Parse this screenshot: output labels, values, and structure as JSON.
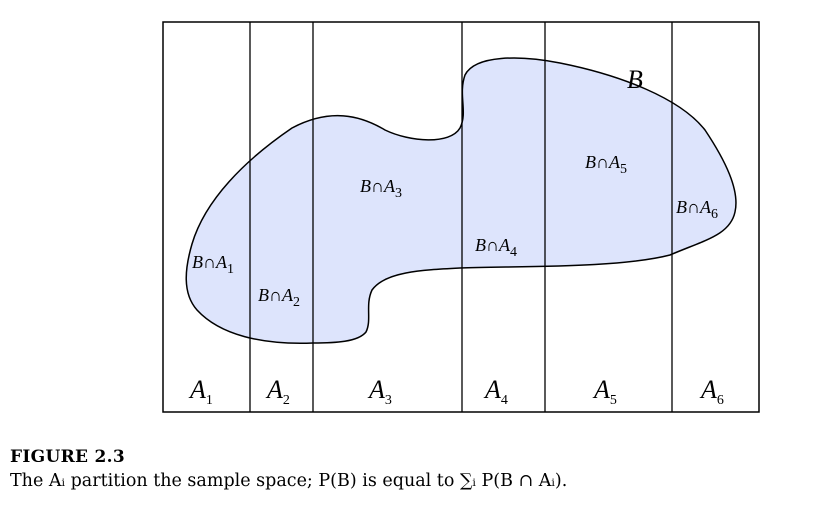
{
  "figure": {
    "set_label": "B",
    "partitions": [
      {
        "letter": "A",
        "index": "1"
      },
      {
        "letter": "A",
        "index": "2"
      },
      {
        "letter": "A",
        "index": "3"
      },
      {
        "letter": "A",
        "index": "4"
      },
      {
        "letter": "A",
        "index": "5"
      },
      {
        "letter": "A",
        "index": "6"
      }
    ],
    "intersections": [
      {
        "prefix": "B∩A",
        "index": "1"
      },
      {
        "prefix": "B∩A",
        "index": "2"
      },
      {
        "prefix": "B∩A",
        "index": "3"
      },
      {
        "prefix": "B∩A",
        "index": "4"
      },
      {
        "prefix": "B∩A",
        "index": "5"
      },
      {
        "prefix": "B∩A",
        "index": "6"
      }
    ],
    "colors": {
      "blob_fill": "#dde4fc",
      "stroke": "#000000"
    }
  },
  "caption": {
    "title": "FIGURE 2.3",
    "text": "The Aᵢ partition the sample space; P(B) is equal to ∑ᵢ P(B ∩ Aᵢ)."
  }
}
